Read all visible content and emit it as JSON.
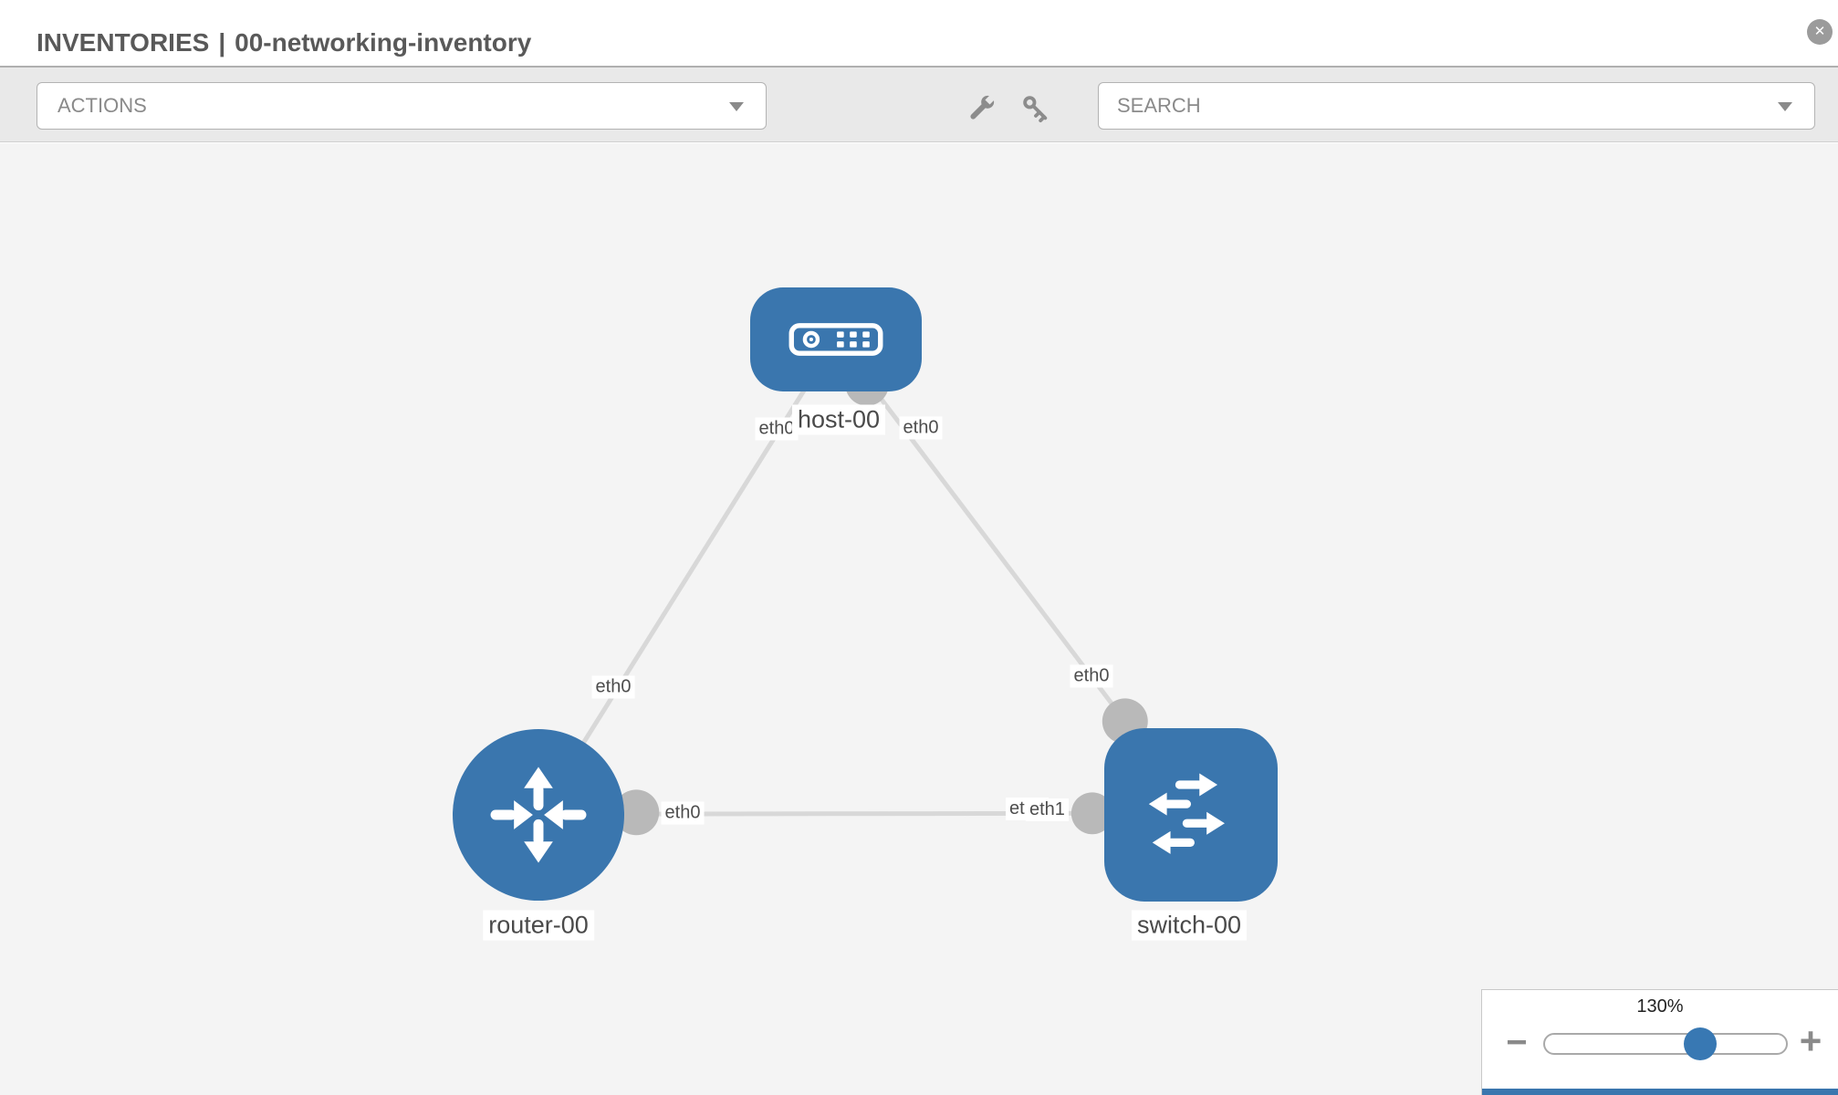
{
  "header": {
    "title_primary": "INVENTORIES",
    "title_separator": "|",
    "title_secondary": "00-networking-inventory",
    "close_glyph": "✕"
  },
  "toolbar": {
    "actions_label": "ACTIONS",
    "search_placeholder": "SEARCH",
    "icons": [
      "wrench-icon",
      "key-icon",
      "chevron-down-icon"
    ]
  },
  "topology": {
    "nodes": [
      {
        "id": "host-00",
        "type": "host",
        "label": "host-00",
        "icon": "host-icon"
      },
      {
        "id": "router-00",
        "type": "router",
        "label": "router-00",
        "icon": "router-icon"
      },
      {
        "id": "switch-00",
        "type": "switch",
        "label": "switch-00",
        "icon": "switch-icon"
      }
    ],
    "links": [
      {
        "from": "host-00",
        "from_port": "eth0",
        "to": "router-00",
        "to_port": "eth0"
      },
      {
        "from": "host-00",
        "from_port": "eth0",
        "to": "switch-00",
        "to_port": "eth0"
      },
      {
        "from": "router-00",
        "from_port": "eth0",
        "to": "switch-00",
        "to_port": "eth1"
      }
    ],
    "overlapped_port": {
      "back": "eth0",
      "front": "eth1"
    }
  },
  "zoom_control": {
    "value": "130%",
    "percent": 130,
    "minus_glyph": "−",
    "plus_glyph": "+"
  },
  "colors": {
    "node_blue": "#3a76ae",
    "knob_blue": "#3878b3",
    "link_gray": "#d8d8d8",
    "connector_gray": "#b9b9b9",
    "canvas_bg": "#f4f4f4",
    "toolbar_bg": "#e9e9e9"
  }
}
